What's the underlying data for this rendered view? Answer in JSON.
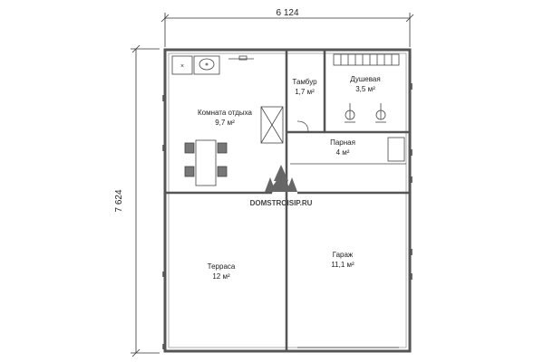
{
  "dimensions": {
    "width_label": "6 124",
    "height_label": "7 624"
  },
  "rooms": {
    "rest_room": {
      "name": "Комната отдыха",
      "area": "9,7 м²"
    },
    "vestibule": {
      "name": "Тамбур",
      "area": "1,7 м²"
    },
    "shower": {
      "name": "Душевая",
      "area": "3,5 м²"
    },
    "steam_room": {
      "name": "Парная",
      "area": "4 м²"
    },
    "terrace": {
      "name": "Терраса",
      "area": "12 м²"
    },
    "garage": {
      "name": "Гараж",
      "area": "11,1 м²"
    }
  },
  "watermark": {
    "text": "DOMSTROISIP.RU"
  },
  "colors": {
    "wall": "#555555",
    "line": "#333333",
    "hatch": "#777777"
  }
}
